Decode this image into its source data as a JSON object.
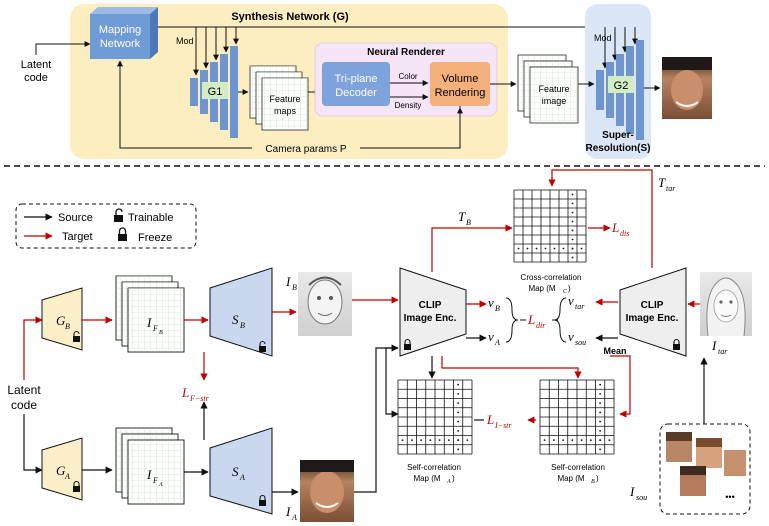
{
  "top": {
    "synthesis_title": "Synthesis Network (G)",
    "latent_code_line1": "Latent",
    "latent_code_line2": "code",
    "mapping_line1": "Mapping",
    "mapping_line2": "Network",
    "mod_left": "Mod",
    "g1": "G1",
    "feature_maps_line1": "Feature",
    "feature_maps_line2": "maps",
    "neural_renderer_title": "Neural Renderer",
    "triplane_line1": "Tri-plane",
    "triplane_line2": "Decoder",
    "color": "Color",
    "density": "Density",
    "volume_line1": "Volume",
    "volume_line2": "Rendering",
    "feature_image_line1": "Feature",
    "feature_image_line2": "image",
    "mod_right": "Mod",
    "g2": "G2",
    "super_res_line1": "Super-",
    "super_res_line2": "Resolution(S)",
    "camera_params": "Camera params P"
  },
  "legend": {
    "source": "Source",
    "target": "Target",
    "trainable": "Trainable",
    "freeze": "Freeze"
  },
  "bottom": {
    "latent_line1": "Latent",
    "latent_line2": "code",
    "gb_main": "G",
    "gb_sub": "B",
    "ga_main": "G",
    "ga_sub": "A",
    "ifb_main": "I",
    "ifb_sub": "F",
    "ifb_subsub": "B",
    "ifa_main": "I",
    "ifa_sub": "F",
    "ifa_subsub": "A",
    "sb_main": "S",
    "sb_sub": "B",
    "sa_main": "S",
    "sa_sub": "A",
    "ib_main": "I",
    "ib_sub": "B",
    "ia_main": "I",
    "ia_sub": "A",
    "lfstr_main": "L",
    "lfstr_sub": "F−str",
    "clip_line1": "CLIP",
    "clip_line2": "Image Enc.",
    "vb_main": "v",
    "vb_sub": "B",
    "va_main": "v",
    "va_sub": "A",
    "ldir_main": "L",
    "ldir_sub": "dir",
    "vtar_main": "v",
    "vtar_sub": "tar",
    "vsou_main": "v",
    "vsou_sub": "sou",
    "mean": "Mean",
    "tb_main": "T",
    "tb_sub": "B",
    "ttar_main": "T",
    "ttar_sub": "tar",
    "ldis_main": "L",
    "ldis_sub": "dis",
    "cross_line1": "Cross-correlation",
    "cross_line2": "Map (M",
    "cross_sub": "C",
    "listr_main": "L",
    "listr_sub": "I−str",
    "selfA_line1": "Self-correlation",
    "selfA_line2": "Map (M",
    "selfA_sub": "A",
    "selfB_line1": "Self-correlation",
    "selfB_line2": "Map (M",
    "selfB_sub": "B",
    "itar_main": "I",
    "itar_sub": "tar",
    "isou_main": "I",
    "isou_sub": "sou",
    "ellipsis": "•••"
  },
  "colors": {
    "synthesis_bg": "#fdeec2",
    "superres_bg": "#dbe6f6",
    "renderer_bg": "#f6e4f7",
    "blue_box": "#6f95cf",
    "mapping_box": "#6f9bd6",
    "triplane_box": "#7ea2dc",
    "volume_box": "#f3b07b",
    "g_green": "#d2ecc3",
    "generator_fill": "#fbefc9",
    "encoder_fill": "#c9d7ef",
    "clip_fill": "#eeeeee",
    "grid_green": "#b7d9ae",
    "red": "#c00000"
  }
}
